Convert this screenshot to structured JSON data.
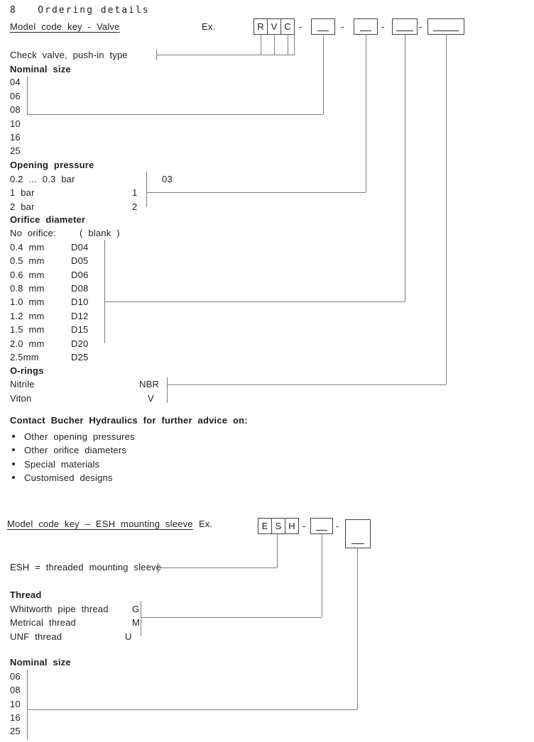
{
  "page_header": "8   Ordering details",
  "separator": "-",
  "valve": {
    "title": "Model code key - Valve",
    "ex_label": "Ex.",
    "letters": [
      "R",
      "V",
      "C"
    ],
    "type_note": "Check valve, push-in type",
    "nominal_size": {
      "title": "Nominal size",
      "options": [
        "04",
        "06",
        "08",
        "10",
        "16",
        "25"
      ]
    },
    "opening_pressure": {
      "title": "Opening pressure",
      "options": [
        {
          "label": "0.2 ... 0.3 bar",
          "code": "03"
        },
        {
          "label": "1 bar",
          "code": "1"
        },
        {
          "label": "2 bar",
          "code": "2"
        }
      ]
    },
    "orifice_diameter": {
      "title": "Orifice diameter",
      "options": [
        {
          "label": "No orifice:",
          "code": "( blank )"
        },
        {
          "label": "0.4 mm",
          "code": "D04"
        },
        {
          "label": "0.5 mm",
          "code": "D05"
        },
        {
          "label": "0.6 mm",
          "code": "D06"
        },
        {
          "label": "0.8 mm",
          "code": "D08"
        },
        {
          "label": "1.0 mm",
          "code": "D10"
        },
        {
          "label": "1.2 mm",
          "code": "D12"
        },
        {
          "label": "1.5 mm",
          "code": "D15"
        },
        {
          "label": "2.0 mm",
          "code": "D20"
        },
        {
          "label": "2.5mm",
          "code": "D25"
        }
      ]
    },
    "o_rings": {
      "title": "O-rings",
      "options": [
        {
          "label": "Nitrile",
          "code": "NBR"
        },
        {
          "label": "Viton",
          "code": "V"
        }
      ]
    },
    "contact": {
      "title": "Contact Bucher Hydraulics for further advice on:",
      "bullets": [
        "Other opening pressures",
        "Other orifice diameters",
        "Special materials",
        "Customised designs"
      ]
    }
  },
  "sleeve": {
    "title": "Model code key – ESH mounting sleeve",
    "ex_label": "Ex.",
    "letters": [
      "E",
      "S",
      "H"
    ],
    "type_note": "ESH = threaded mounting sleeve",
    "thread": {
      "title": "Thread",
      "options": [
        {
          "label": "Whitworth pipe thread",
          "code": "G"
        },
        {
          "label": "Metrical thread",
          "code": "M"
        },
        {
          "label": "UNF thread",
          "code": "U"
        }
      ]
    },
    "nominal_size": {
      "title": "Nominal size",
      "options": [
        "06",
        "08",
        "10",
        "16",
        "25"
      ]
    }
  }
}
